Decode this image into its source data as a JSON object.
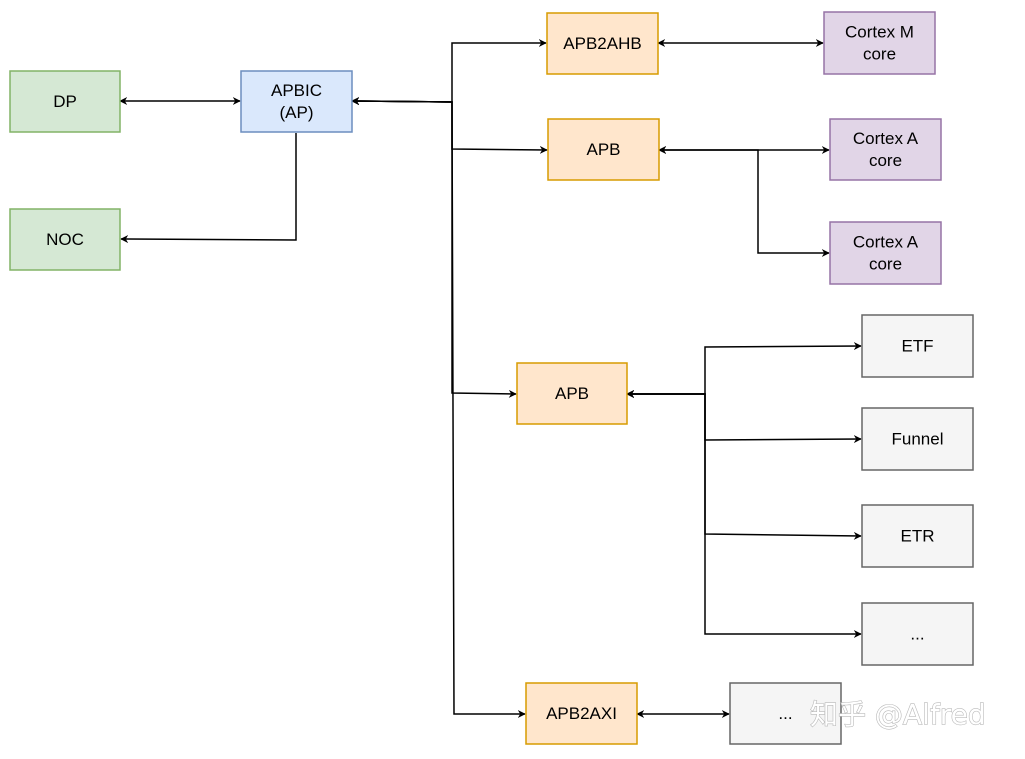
{
  "nodes": [
    {
      "id": "dp",
      "lines": [
        "DP"
      ],
      "style": "green"
    },
    {
      "id": "noc",
      "lines": [
        "NOC"
      ],
      "style": "green"
    },
    {
      "id": "apbic",
      "lines": [
        "APBIC",
        "(AP)"
      ],
      "style": "blue"
    },
    {
      "id": "apb2ahb",
      "lines": [
        "APB2AHB"
      ],
      "style": "orange"
    },
    {
      "id": "apb1",
      "lines": [
        "APB"
      ],
      "style": "orange"
    },
    {
      "id": "apb2",
      "lines": [
        "APB"
      ],
      "style": "orange"
    },
    {
      "id": "apb2axi",
      "lines": [
        "APB2AXI"
      ],
      "style": "orange"
    },
    {
      "id": "cortex-m",
      "lines": [
        "Cortex M",
        "core"
      ],
      "style": "purple"
    },
    {
      "id": "cortex-a1",
      "lines": [
        "Cortex A",
        "core"
      ],
      "style": "purple"
    },
    {
      "id": "cortex-a2",
      "lines": [
        "Cortex A",
        "core"
      ],
      "style": "purple"
    },
    {
      "id": "etf",
      "lines": [
        "ETF"
      ],
      "style": "gray"
    },
    {
      "id": "funnel",
      "lines": [
        "Funnel"
      ],
      "style": "gray"
    },
    {
      "id": "etr",
      "lines": [
        "ETR"
      ],
      "style": "gray"
    },
    {
      "id": "more1",
      "lines": [
        "..."
      ],
      "style": "gray"
    },
    {
      "id": "more2",
      "lines": [
        "..."
      ],
      "style": "gray"
    }
  ],
  "edges": [
    {
      "from": "dp",
      "to": "apbic",
      "bidirectional": true
    },
    {
      "from": "apbic",
      "to": "noc",
      "bidirectional": false
    },
    {
      "from": "apbic",
      "to": "apb2ahb",
      "bidirectional": true
    },
    {
      "from": "apbic",
      "to": "apb1",
      "bidirectional": true
    },
    {
      "from": "apbic",
      "to": "apb2",
      "bidirectional": true
    },
    {
      "from": "apbic",
      "to": "apb2axi",
      "bidirectional": true
    },
    {
      "from": "apb2ahb",
      "to": "cortex-m",
      "bidirectional": true
    },
    {
      "from": "apb1",
      "to": "cortex-a1",
      "bidirectional": true
    },
    {
      "from": "apb1",
      "to": "cortex-a2",
      "bidirectional": true
    },
    {
      "from": "apb2",
      "to": "etf",
      "bidirectional": true
    },
    {
      "from": "apb2",
      "to": "funnel",
      "bidirectional": true
    },
    {
      "from": "apb2",
      "to": "etr",
      "bidirectional": true
    },
    {
      "from": "apb2",
      "to": "more1",
      "bidirectional": true
    },
    {
      "from": "apb2axi",
      "to": "more2",
      "bidirectional": true
    }
  ],
  "styles": {
    "green": {
      "fill": "#d5e8d4",
      "stroke": "#82b366"
    },
    "blue": {
      "fill": "#dae8fc",
      "stroke": "#6c8ebf"
    },
    "orange": {
      "fill": "#ffe6cc",
      "stroke": "#d79b00"
    },
    "purple": {
      "fill": "#e1d5e7",
      "stroke": "#9673a6"
    },
    "gray": {
      "fill": "#f5f5f5",
      "stroke": "#666666"
    }
  },
  "watermark": "知乎 @Alfred"
}
